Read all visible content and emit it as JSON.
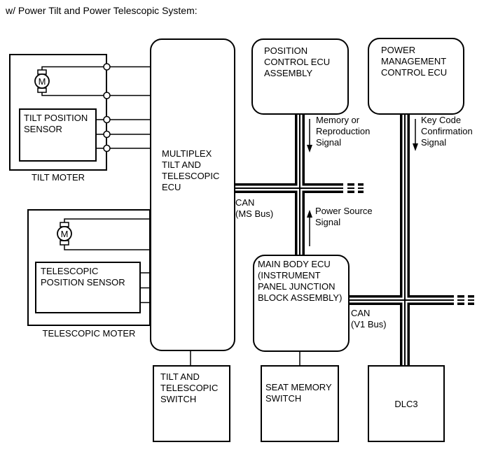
{
  "title": "w/ Power Tilt and Power Telescopic System:",
  "colors": {
    "line": "#000000",
    "background": "#ffffff"
  },
  "motor_label": "M",
  "blocks": {
    "tilt_motor_label": "TILT MOTER",
    "tilt_sensor": "TILT POSITION\nSENSOR",
    "telescopic_motor_label": "TELESCOPIC MOTER",
    "telescopic_sensor": "TELESCOPIC\nPOSITION SENSOR",
    "multiplex_ecu": "MULTIPLEX\nTILT AND\nTELESCOPIC\nECU",
    "position_ecu": "POSITION\nCONTROL ECU\nASSEMBLY",
    "power_ecu": "POWER\nMANAGEMENT\nCONTROL ECU",
    "main_body_ecu": "MAIN BODY ECU\n(INSTRUMENT\nPANEL JUNCTION\nBLOCK ASSEMBLY)",
    "tilt_switch": "TILT AND\nTELESCOPIC\nSWITCH",
    "seat_switch": "SEAT MEMORY\nSWITCH",
    "dlc3": "DLC3"
  },
  "signals": {
    "memory": "Memory or\nReproduction\nSignal",
    "key_code": "Key Code\nConfirmation\nSignal",
    "power_source": "Power Source\nSignal",
    "can_ms": "CAN\n(MS Bus)",
    "can_v1": "CAN\n(V1 Bus)"
  }
}
